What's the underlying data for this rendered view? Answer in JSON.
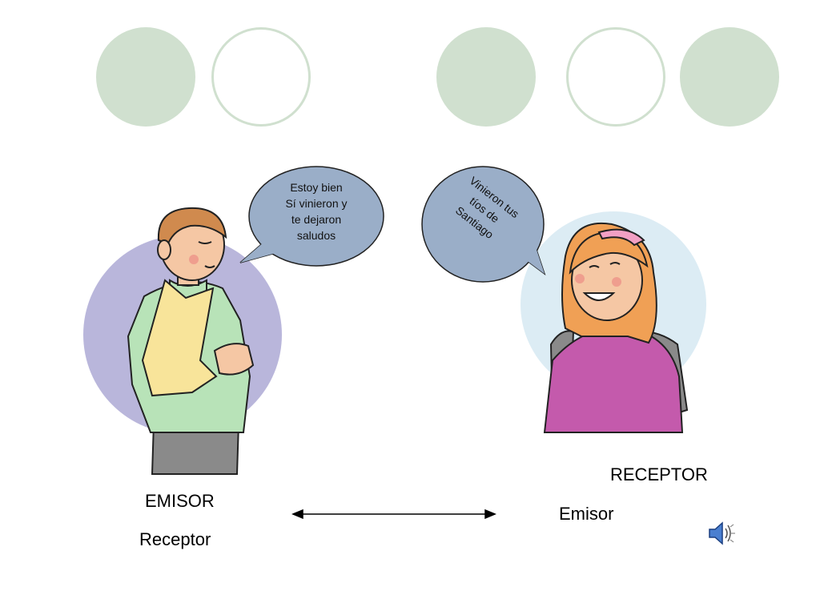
{
  "slide": {
    "bubble_left_lines": [
      "Estoy bien",
      "Sí vinieron y",
      "te dejaron",
      "saludos"
    ],
    "bubble_right_lines": [
      "Vinieron tus",
      "tíos de",
      "Santiago"
    ],
    "label_emisor": "EMISOR",
    "label_receptor_left": "Receptor",
    "label_receptor_right": "RECEPTOR",
    "label_emisor_right": "Emisor"
  },
  "icons": {
    "speaker": "speaker-sound-icon"
  },
  "colors": {
    "deco_green": "#d0e0cf",
    "bubble_fill": "#9aaec8",
    "left_backdrop": "#b9b6db",
    "right_backdrop": "#dcecf4"
  }
}
